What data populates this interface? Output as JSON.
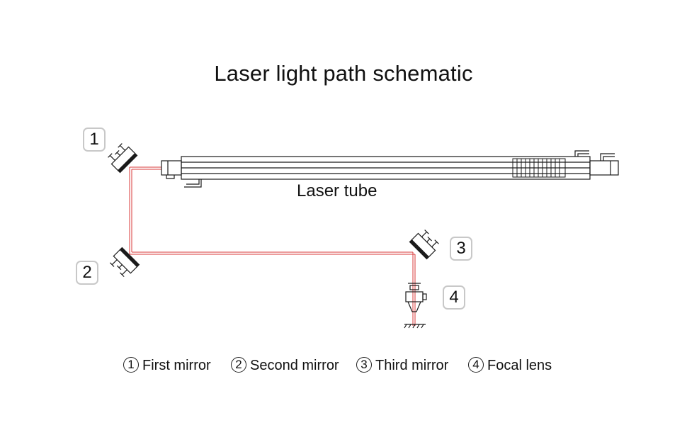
{
  "title": "Laser light path schematic",
  "tube_label": "Laser tube",
  "callouts": [
    "1",
    "2",
    "3",
    "4"
  ],
  "legend": [
    {
      "num": "1",
      "label": "First mirror"
    },
    {
      "num": "2",
      "label": "Second mirror"
    },
    {
      "num": "3",
      "label": "Third mirror"
    },
    {
      "num": "4",
      "label": "Focal lens"
    }
  ],
  "colors": {
    "beam": "#d9383a",
    "line": "#1a1a1a",
    "callout_border": "#c8c8c8"
  }
}
